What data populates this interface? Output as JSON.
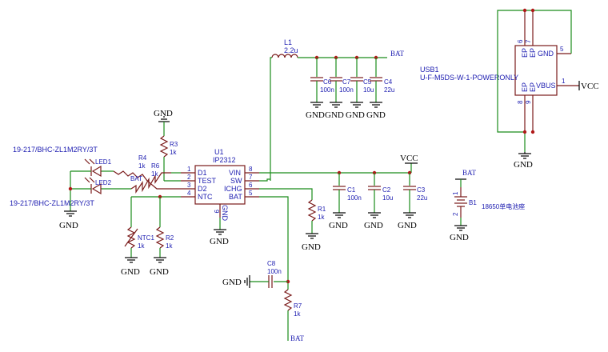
{
  "colors": {
    "wire": "#1a8c1a",
    "part": "#7a1a1a",
    "label": "#1c1cb0",
    "junction": "#b01818",
    "ground": "#000000"
  },
  "nets": {
    "bat": "BAT",
    "vcc": "VCC",
    "gnd": "GND"
  },
  "u1": {
    "ref": "U1",
    "value": "IP2312",
    "pins_left": [
      {
        "num": "1",
        "name": "D1"
      },
      {
        "num": "2",
        "name": "TEST"
      },
      {
        "num": "3",
        "name": "D2"
      },
      {
        "num": "4",
        "name": "NTC"
      }
    ],
    "pins_right": [
      {
        "num": "8",
        "name": "VIN"
      },
      {
        "num": "7",
        "name": "SW"
      },
      {
        "num": "6",
        "name": "ICHG"
      },
      {
        "num": "5",
        "name": "BAT"
      }
    ],
    "pin_bottom": {
      "num": "9",
      "name": "GND"
    }
  },
  "usb1": {
    "ref": "USB1",
    "value": "U-F-M5DS-W-1-POWERONLY",
    "pins": [
      {
        "num": "6",
        "name": "EP"
      },
      {
        "num": "7",
        "name": "EP"
      },
      {
        "num": "5",
        "name": "GND"
      },
      {
        "num": "8",
        "name": "EP"
      },
      {
        "num": "9",
        "name": "EP"
      },
      {
        "num": "1",
        "name": "VBUS"
      }
    ]
  },
  "l1": {
    "ref": "L1",
    "value": "2.2u"
  },
  "caps_top": [
    {
      "ref": "C6",
      "value": "100n"
    },
    {
      "ref": "C7",
      "value": "100n"
    },
    {
      "ref": "C5",
      "value": "10u"
    },
    {
      "ref": "C4",
      "value": "22u"
    }
  ],
  "caps_mid": [
    {
      "ref": "C1",
      "value": "100n"
    },
    {
      "ref": "C2",
      "value": "10u"
    },
    {
      "ref": "C3",
      "value": "22u"
    }
  ],
  "c8": {
    "ref": "C8",
    "value": "100n"
  },
  "resistors": {
    "r3": {
      "ref": "R3",
      "value": "1k"
    },
    "r4": {
      "ref": "R4",
      "value": "1k"
    },
    "r6": {
      "ref": "R6",
      "value": "1k"
    },
    "r1": {
      "ref": "R1",
      "value": "1k"
    },
    "r2": {
      "ref": "R2",
      "value": "1k"
    },
    "ntc1": {
      "ref": "NTC1",
      "value": "1k"
    },
    "r7": {
      "ref": "R7",
      "value": "1k"
    }
  },
  "leds": [
    {
      "ref": "LED1",
      "part": "19-217/BHC-ZL1M2RY/3T"
    },
    {
      "ref": "LED2",
      "part": "19-217/BHC-ZL1M2RY/3T"
    }
  ],
  "b1": {
    "ref": "B1",
    "desc": "18650单电池座",
    "pin1": "1",
    "pin2": "2"
  },
  "r4_net_label": "BAT"
}
